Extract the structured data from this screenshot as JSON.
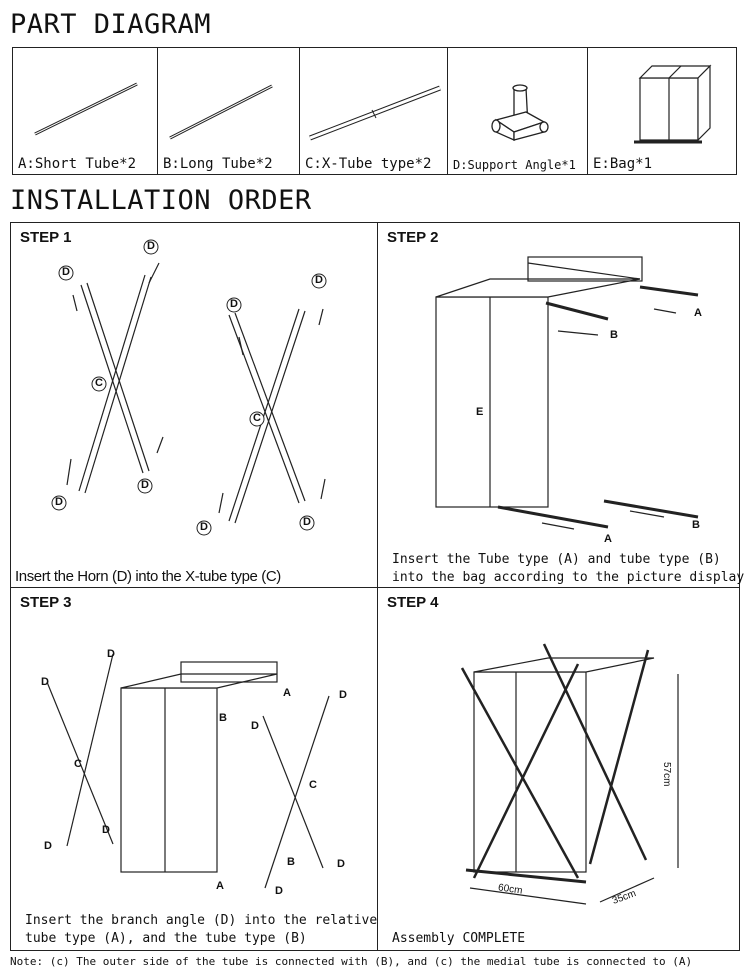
{
  "headings": {
    "part_diagram": "PART DIAGRAM",
    "installation_order": "INSTALLATION ORDER"
  },
  "parts": [
    {
      "label": "A:Short Tube*2"
    },
    {
      "label": "B:Long Tube*2"
    },
    {
      "label": "C:X-Tube type*2"
    },
    {
      "label": "D:Support Angle*1"
    },
    {
      "label": "E:Bag*1"
    }
  ],
  "steps": [
    {
      "title": "STEP 1",
      "caption_lines": [
        "Insert the Horn (D) into the X-tube type (C)"
      ]
    },
    {
      "title": "STEP 2",
      "caption_lines": [
        "Insert the Tube type (A) and tube type (B)",
        "into the bag according to the picture display"
      ]
    },
    {
      "title": "STEP 3",
      "caption_lines": [
        "Insert the branch angle (D) into the relative",
        "tube type (A), and the tube type (B)"
      ]
    },
    {
      "title": "STEP 4",
      "caption_lines": [
        "Assembly COMPLETE"
      ]
    }
  ],
  "callouts": {
    "a": "A",
    "b": "B",
    "c": "C",
    "d": "D",
    "e": "E"
  },
  "dimensions": {
    "height": "57cm",
    "width": "60cm",
    "depth": "35cm"
  },
  "note": "Note: (c) The outer side of the tube is connected with (B), and (c) the medial tube is connected to (A)"
}
